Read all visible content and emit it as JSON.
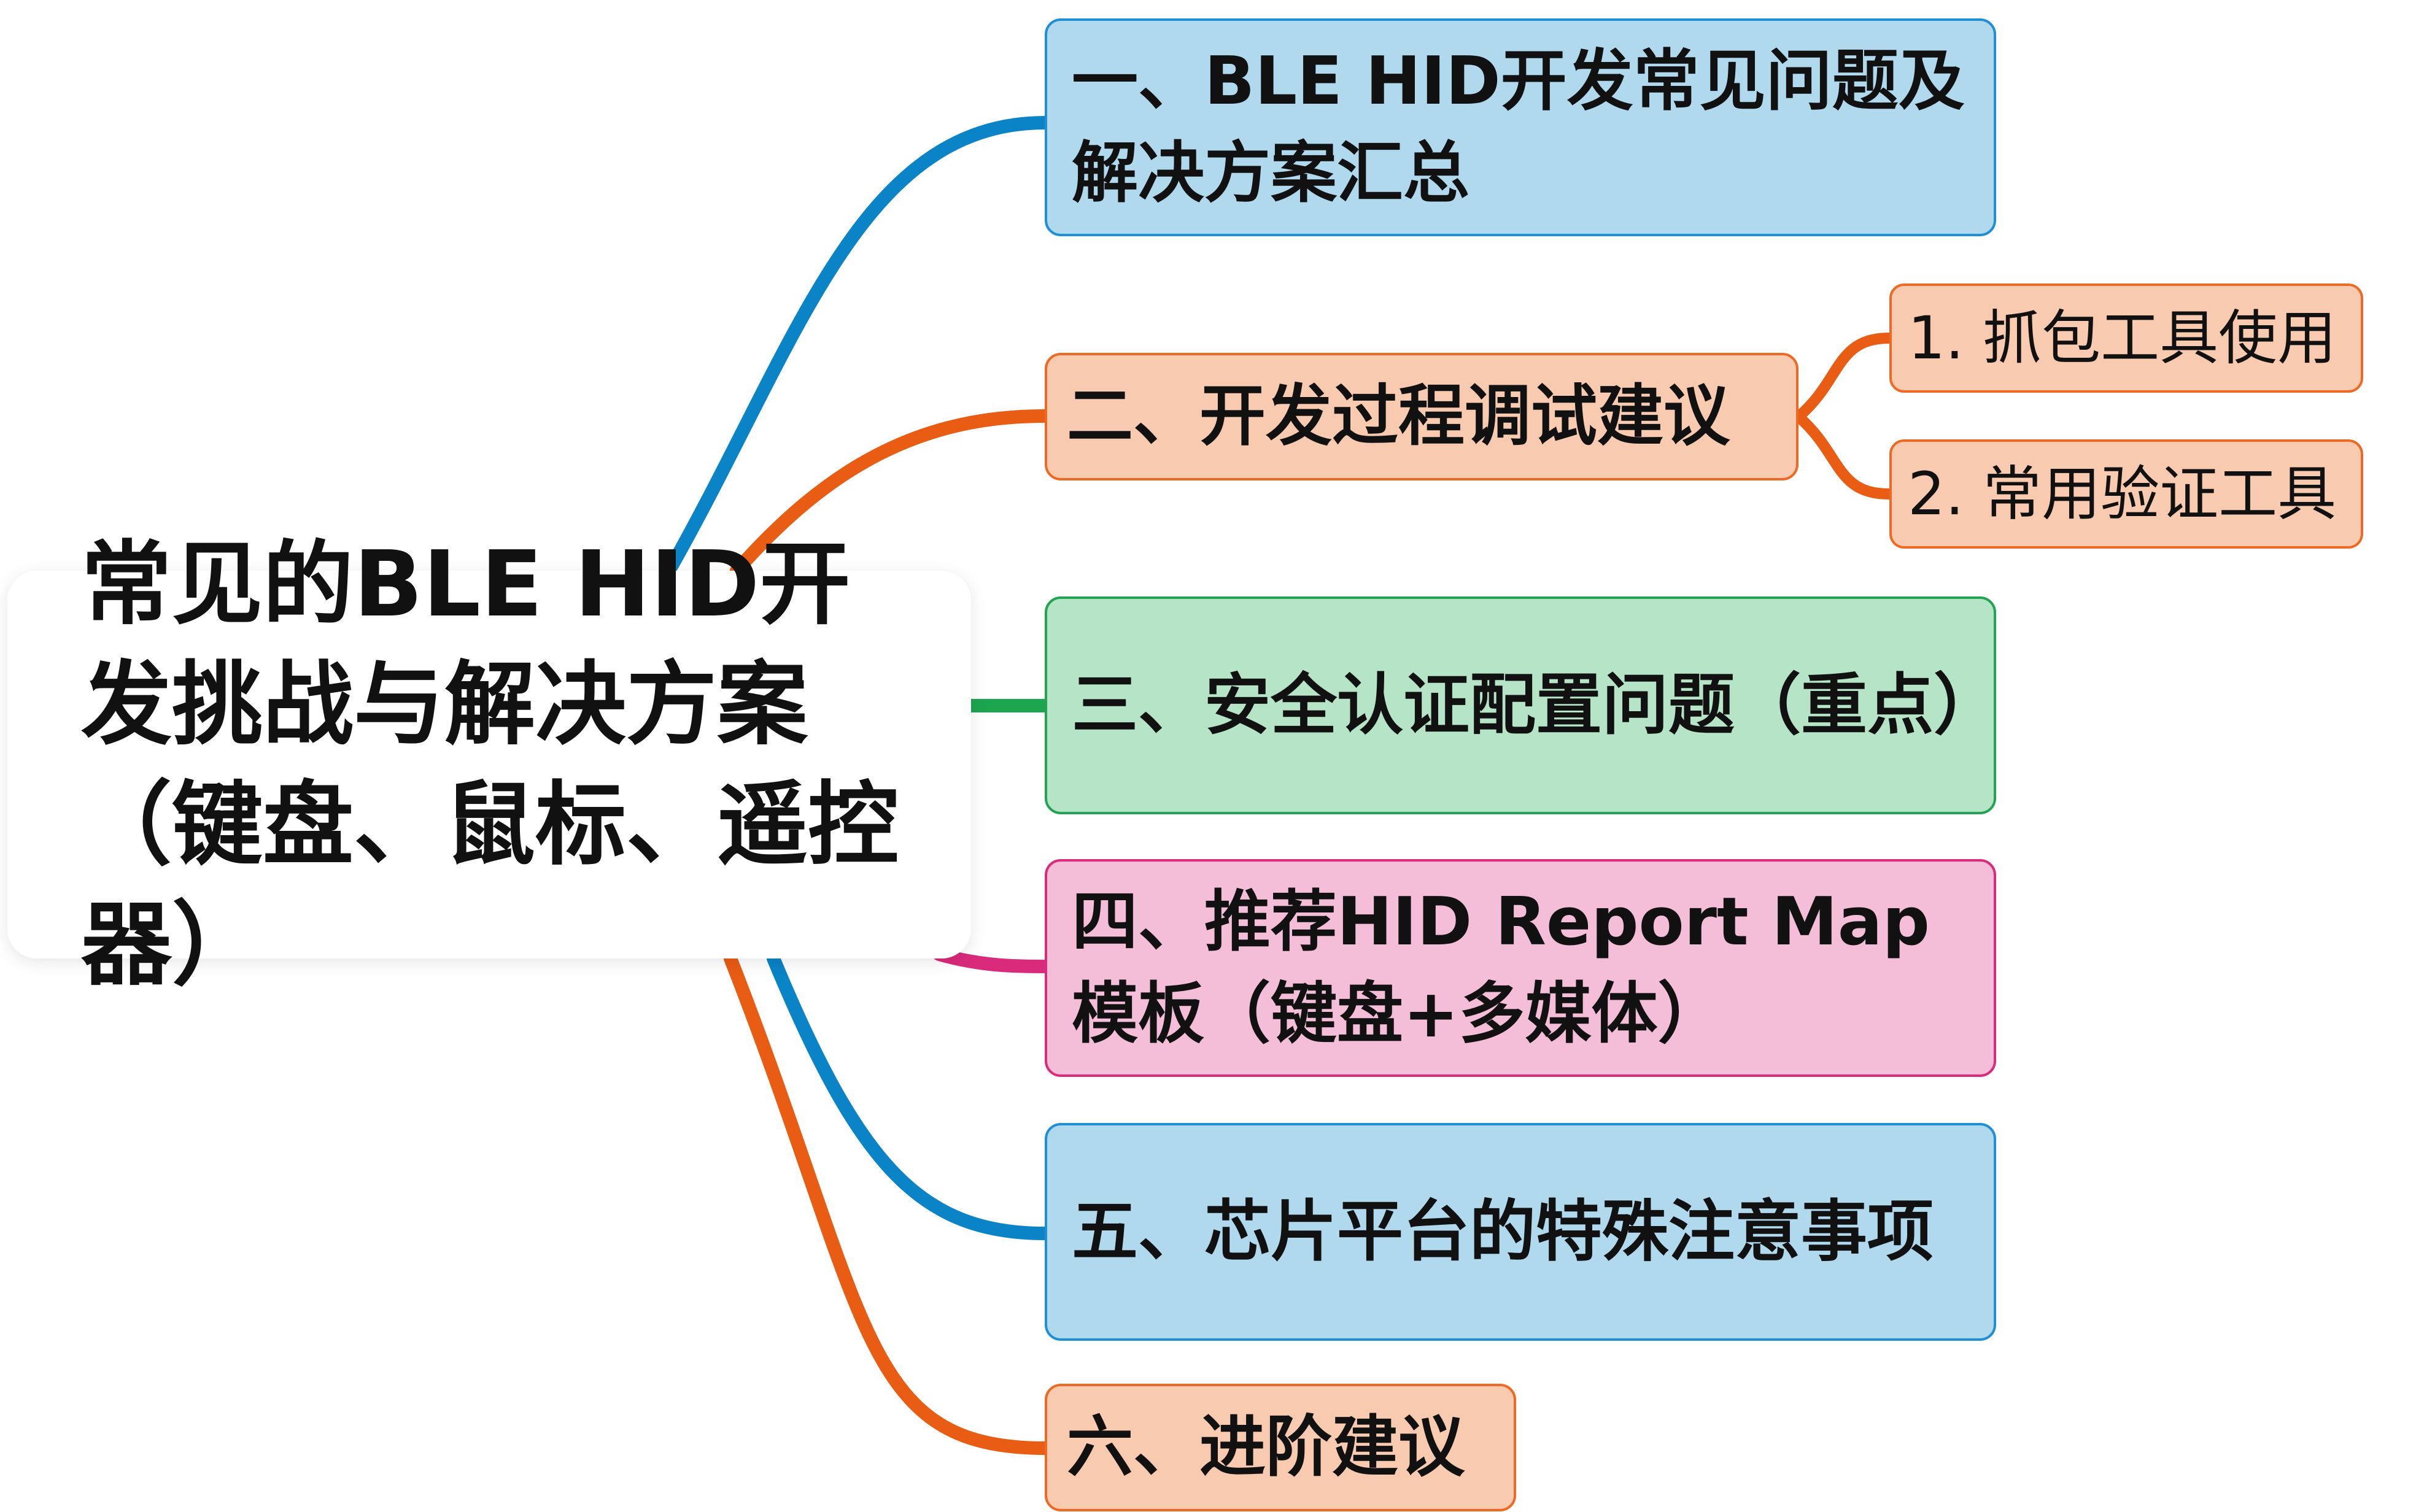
{
  "root": {
    "label": "常见的BLE HID开发挑战与解决方案（键盘、鼠标、遥控器）"
  },
  "topics": [
    {
      "label": "一、BLE HID开发常见问题及解决方案汇总",
      "fill": "#b0d9ee",
      "border": "#1f8fd6",
      "line": "#0a84c6"
    },
    {
      "label": "二、开发过程调试建议",
      "fill": "#f8cbb0",
      "border": "#ee6a24",
      "line": "#e85c13",
      "children": [
        {
          "label": "1. 抓包工具使用"
        },
        {
          "label": "2. 常用验证工具"
        }
      ]
    },
    {
      "label": "三、安全认证配置问题（重点）",
      "fill": "#b5e4c6",
      "border": "#22a452",
      "line": "#1ea550"
    },
    {
      "label": "四、推荐HID Report Map模板（键盘+多媒体）",
      "fill": "#f4bdd8",
      "border": "#da2b7d",
      "line": "#d92a7c"
    },
    {
      "label": "五、芯片平台的特殊注意事项",
      "fill": "#b0d9ee",
      "border": "#1f8fd6",
      "line": "#0a84c6"
    },
    {
      "label": "六、进阶建议",
      "fill": "#f8cbb0",
      "border": "#ee6a24",
      "line": "#e85c13"
    }
  ]
}
